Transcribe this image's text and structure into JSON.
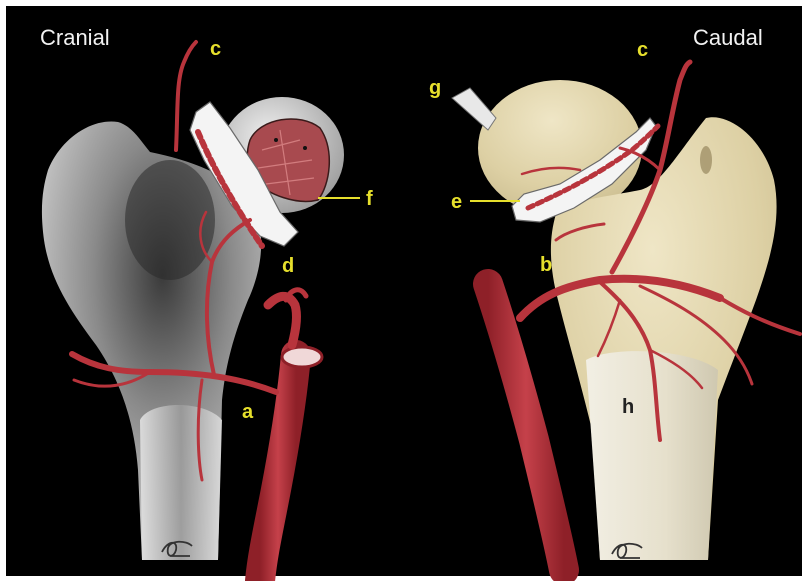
{
  "panels": {
    "left_title": "Cranial",
    "right_title": "Caudal"
  },
  "labels": {
    "left": [
      "c",
      "f",
      "d",
      "a"
    ],
    "right": [
      "c",
      "g",
      "e",
      "b",
      "h"
    ]
  },
  "colors": {
    "background": "#000000",
    "artery": "#b8343c",
    "label_yellow": "#e6df2c",
    "title_white": "#f2f2f2",
    "bone_xray": "#bfbfbf",
    "bone_specimen": "#e6dcc0"
  },
  "icons": {
    "left_signature": "signature-mark-icon",
    "right_signature": "signature-mark-icon"
  }
}
